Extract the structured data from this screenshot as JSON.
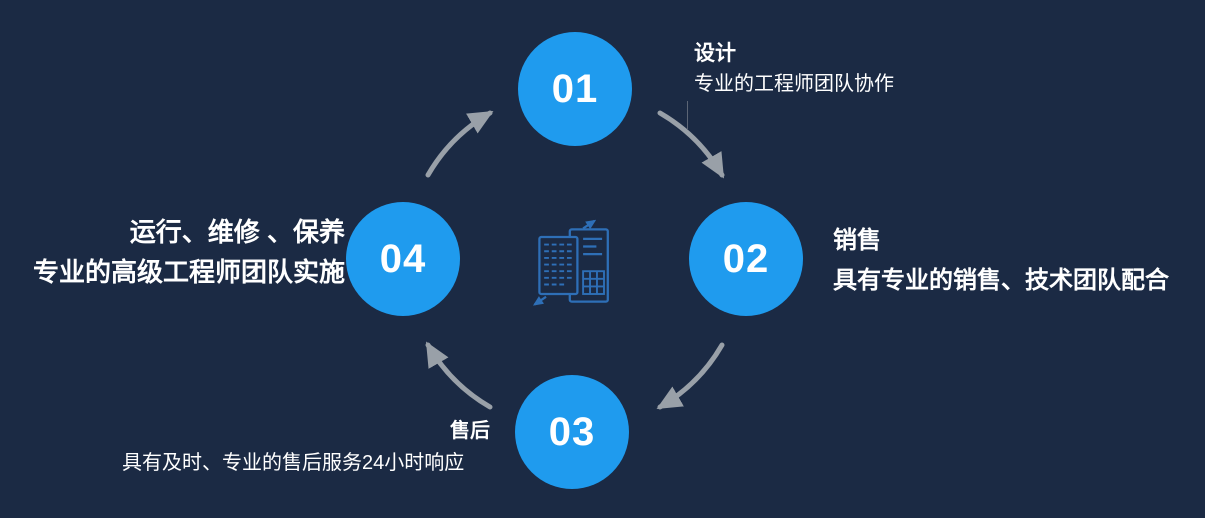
{
  "diagram_name": "service-process-cycle",
  "colors": {
    "background": "#1b2a44",
    "circle_fill": "#1f9bee",
    "text": "#ffffff",
    "arrow": "#99a0a8",
    "icon": "#2e6fb7"
  },
  "steps": [
    {
      "number": "01",
      "title": "设计",
      "description": "专业的工程师团队协作"
    },
    {
      "number": "02",
      "title": "销售",
      "description": "具有专业的销售、技术团队配合"
    },
    {
      "number": "03",
      "title": "售后",
      "description": "具有及时、专业的售后服务24小时响应"
    },
    {
      "number": "04",
      "title": "运行、维修 、保养",
      "description": "专业的高级工程师团队实施"
    }
  ],
  "center_icon": "documents-sync-icon"
}
